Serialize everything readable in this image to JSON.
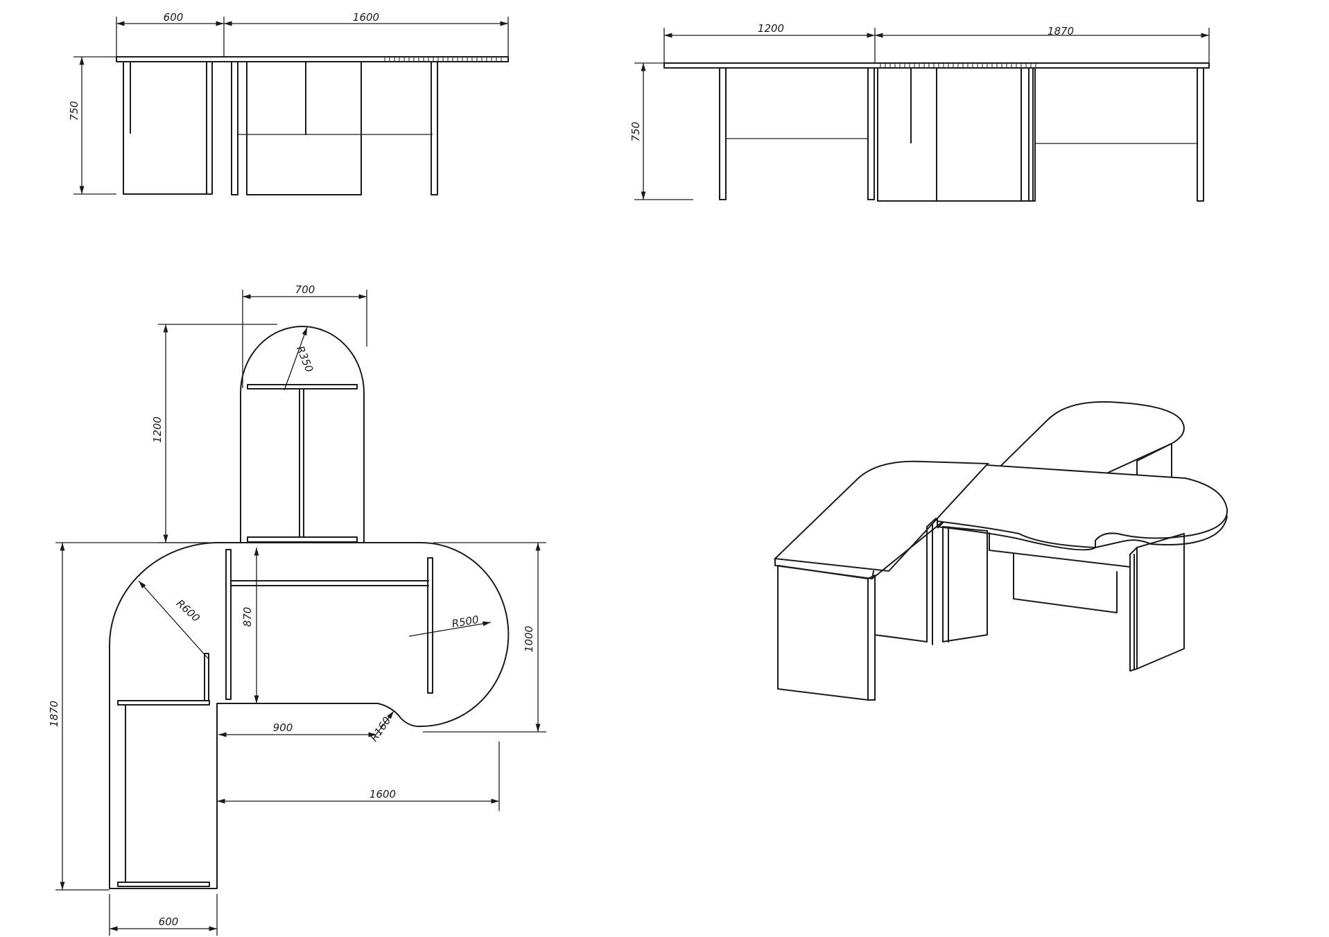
{
  "front_view_left": {
    "dim_width_left": "600",
    "dim_width_right": "1600",
    "dim_height": "750"
  },
  "front_view_right": {
    "dim_width_left": "1200",
    "dim_width_right": "1870",
    "dim_height": "750"
  },
  "plan_view": {
    "dim_top_width": "700",
    "dim_top_radius": "R350",
    "dim_top_length": "1200",
    "dim_corner_radius": "R600",
    "dim_inner_depth": "870",
    "dim_end_radius": "R500",
    "dim_end_depth": "1000",
    "dim_cutout_length": "900",
    "dim_cutout_radius": "R160",
    "dim_total_length": "1870",
    "dim_main_length": "1600",
    "dim_base_width": "600"
  }
}
